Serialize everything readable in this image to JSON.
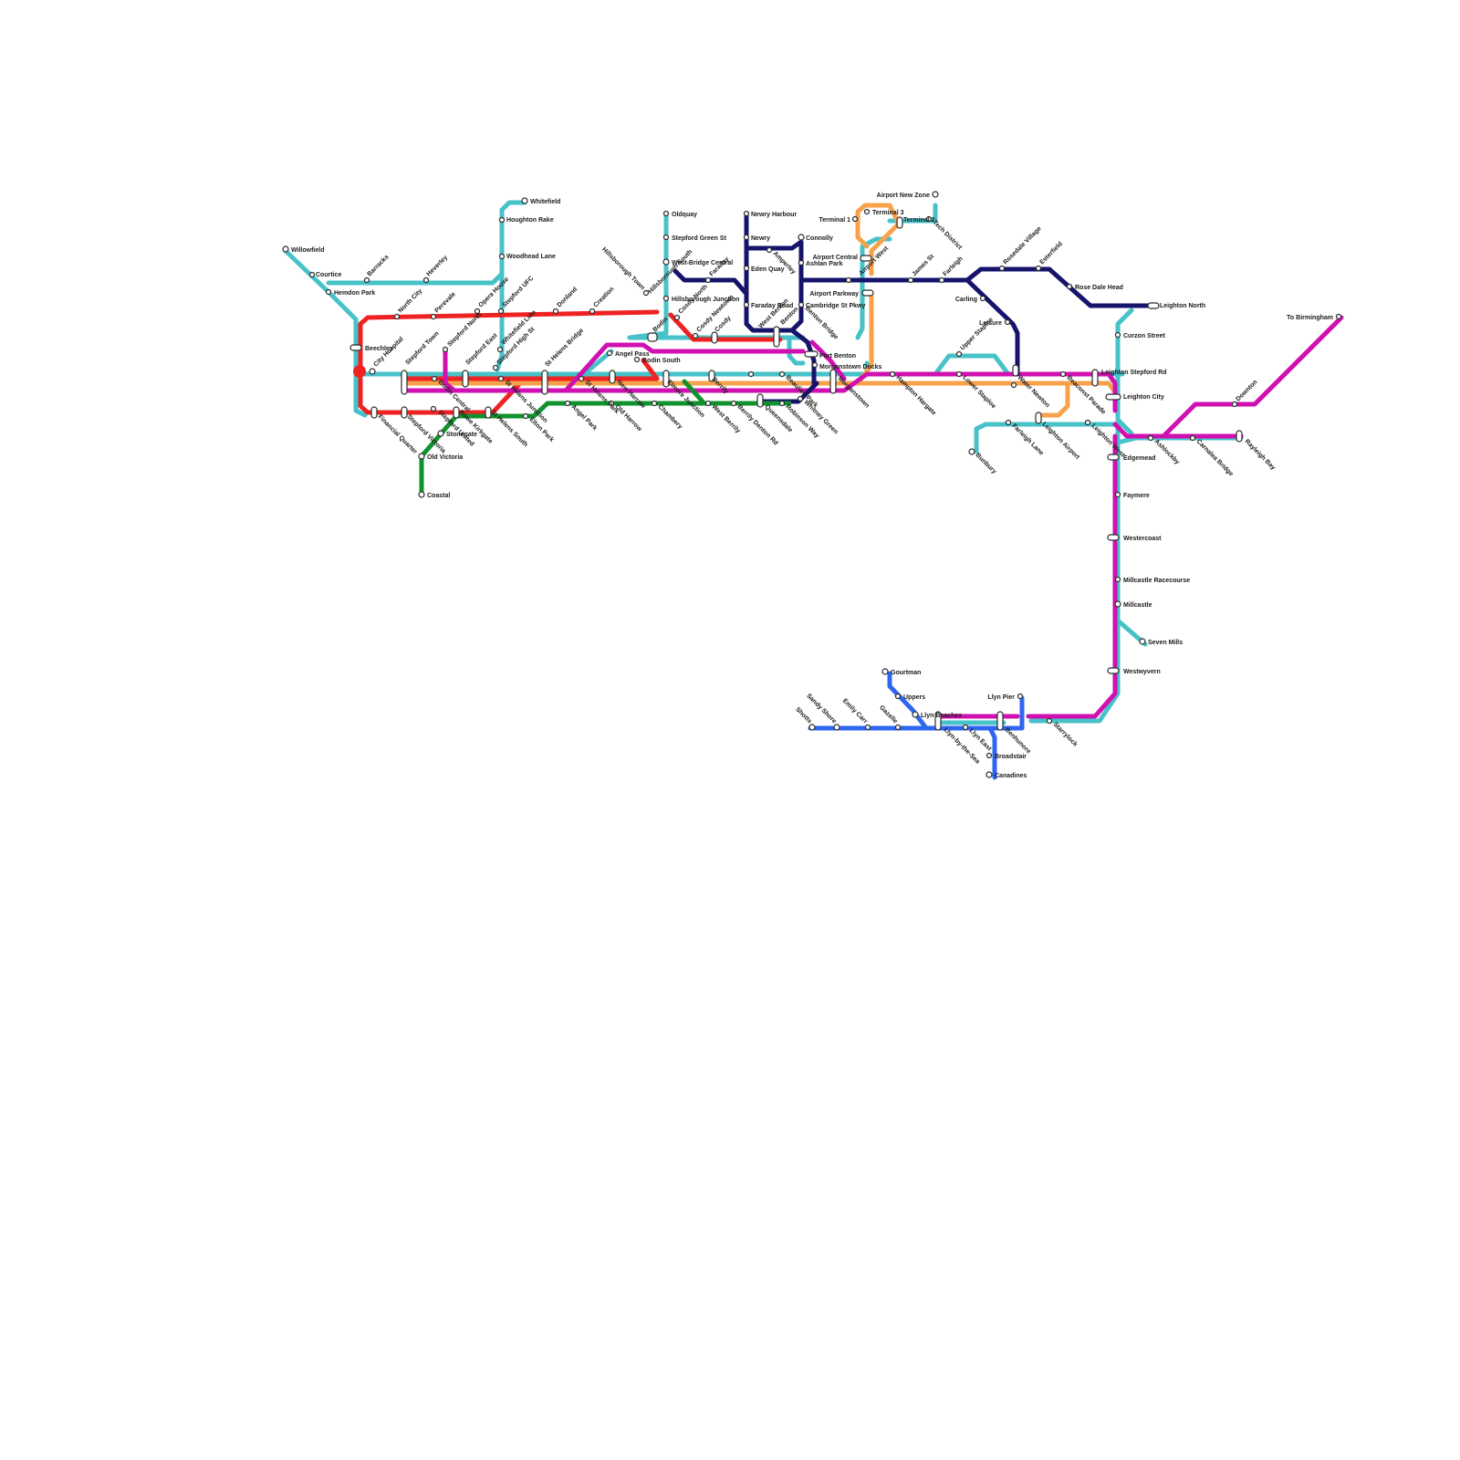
{
  "map": {
    "lines": [
      {
        "name": "teal",
        "color": "#46c2c8"
      },
      {
        "name": "red",
        "color": "#ee2222"
      },
      {
        "name": "orange",
        "color": "#f7a24b"
      },
      {
        "name": "magenta",
        "color": "#d010b0"
      },
      {
        "name": "navy",
        "color": "#16136b"
      },
      {
        "name": "green",
        "color": "#10932c"
      },
      {
        "name": "blue",
        "color": "#2f66f0"
      }
    ],
    "stations": {
      "willowfield": "Willowfield",
      "courtice": "Courtice",
      "barracks": "Barracks",
      "heverley": "Heverley",
      "hemdon_park": "Hemdon Park",
      "whitefield": "Whitefield",
      "houghton_rake": "Houghton Rake",
      "woodhead_lane": "Woodhead Lane",
      "north_city": "North City",
      "perevale": "Perevale",
      "stepford_north": "Stepford North",
      "opera_house": "Opera House",
      "stepford_ufc": "Stepford UFC",
      "donland": "Donland",
      "creation": "Creation",
      "beechley": "Beechley",
      "city_hospital": "City Hospital",
      "stepford_town": "Stepford Town",
      "stepford_east": "Stepford East",
      "whitefield_lido": "Whitefield Lido",
      "stepford_high_st": "Stepford High St",
      "st_helens_bridge": "St Helens Bridge",
      "angel_pass": "Angel Pass",
      "bodin_south": "Bodin South",
      "oldquay": "Oldquay",
      "stepford_green_st": "Stepford Green St",
      "west_bridge_central": "West-Bridge Central",
      "hillsborough_town": "Hillsborough Town",
      "hillsborough_south": "Hillsborough South",
      "hillsborough_junction": "Hillsborough Junction",
      "faraday": "Faraday",
      "cosdy_north": "Cosdy North",
      "cosdy_newtown": "Cosdy Newtown",
      "cosdy": "Cosdy",
      "bodin": "Bodin",
      "newry_harbour": "Newry Harbour",
      "newry": "Newry",
      "eden_quay": "Eden Quay",
      "amperley": "Amperley",
      "faraday_road": "Faraday Road",
      "west_benton": "West Benton",
      "benton": "Benton",
      "connolly": "Connolly",
      "ashlan_park": "Ashlan Park",
      "airport_central": "Airport Central",
      "airport_parkway": "Airport Parkway",
      "cambridge_st_pkwy": "Cambridge St Pkwy",
      "benton_bridge": "Benton Bridge",
      "port_benton": "Port Benton",
      "morganstown_docks": "Morganstown Docks",
      "morganstown": "Morganstown",
      "terminal_1": "Terminal 1",
      "terminal_3": "Terminal 3",
      "terminal_2": "Terminal 2",
      "airport_new_zone": "Airport New Zone",
      "tech_district": "Tech District",
      "airport_west": "Airport West",
      "james_st": "James St",
      "farleigh": "Farleigh",
      "rosedale_village": "Rosedale Village",
      "esterfield": "Esterfield",
      "rose_dale_head": "Rose Dale Head",
      "leighton_north": "Leighton North",
      "carling": "Carling",
      "leisure": "Leisure",
      "upper_staploe": "Upper Staploe",
      "curzon_street": "Curzon Street",
      "leighton_stepford_rd": "Leighton Stepford Rd",
      "leighton_city": "Leighton City",
      "hampton_hargate": "Hampton Hargate",
      "lower_staploe": "Lower Staploe",
      "water_newton": "Water Newton",
      "beaconst_parade": "Beaconst Parade",
      "farleigh_lane": "Farleigh Lane",
      "leighton_airport": "Leighton Airport",
      "leighton_west": "Leighton West",
      "bunbury": "Bunbury",
      "to_birmingham": "To Birmingham",
      "downton": "Downton",
      "ashlockby": "Ashlockby",
      "carnalea_bridge": "Carnalea Bridge",
      "rayleigh_bay": "Rayleigh Bay",
      "edgemead": "Edgemead",
      "faymere": "Faymere",
      "westercoast": "Westercoast",
      "millcastle_racecourse": "Millcastle Racecourse",
      "millcastle": "Millcastle",
      "seven_mills": "Seven Mills",
      "westwyvern": "Westwyvern",
      "financial_quarter": "Financial Quarter",
      "stepford_victoria": "Stepford Victoria",
      "stepford_united": "Stepford United",
      "stonegate": "Stonegate",
      "old_victoria": "Old Victoria",
      "coastal": "Coastal",
      "rowe_kirkgate": "Rowe Kirkgate",
      "st_helens_south": "St Helens South",
      "bodin_central": "Bodin Central",
      "st_helens_junction": "St Helens Junction",
      "elton_park": "Elton Park",
      "angel_park": "Angel Park",
      "old_harrow": "Old Harrow",
      "chambery": "Chambery",
      "west_berrily": "West Berrily",
      "berrily_denton_rd": "Berrily Denton Rd",
      "queensdale": "Queensdale",
      "robinson_way": "Robinson Way",
      "whitney_green": "Whitney Green",
      "st_helens_park": "St Helens Park",
      "new_harrow": "New Harrow",
      "berrily": "Berrily",
      "elmore_junction": "Elmore Junction",
      "beaulieu_park": "Beaulieu Park",
      "llyn_pier": "Llyn Pier",
      "gourtman": "Gourtman",
      "uppers": "Uppers",
      "llyn_by_the_sea": "Llyn-by-the-Sea",
      "llyn_east": "Llyn East",
      "broadstair": "Broadstair",
      "canadines": "Canadines",
      "benhunore": "Benhunore",
      "starrylock": "Starrylock",
      "llyn_beaches": "Llyn Beaches",
      "sandy_shore": "Sandy Shore",
      "shotts": "Shotts",
      "emily_carr": "Emily Carr",
      "gazelle": "Gazelle"
    }
  }
}
